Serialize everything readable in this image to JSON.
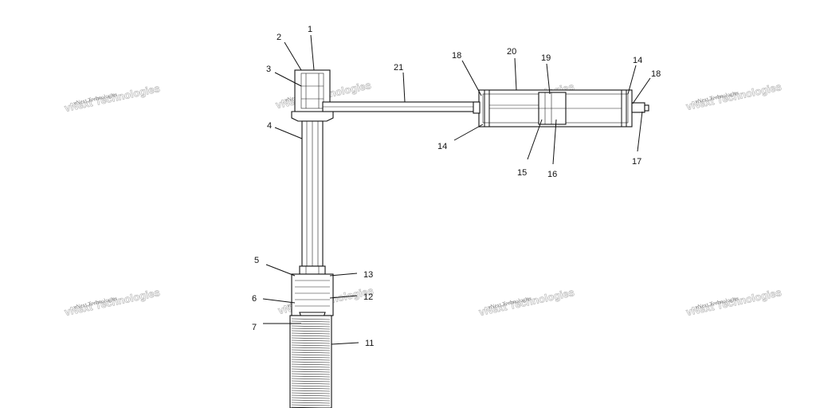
{
  "watermark": "vNext Technologies",
  "callouts": [
    {
      "id": "c1",
      "text": "1"
    },
    {
      "id": "c2",
      "text": "2"
    },
    {
      "id": "c3",
      "text": "3"
    },
    {
      "id": "c4",
      "text": "4"
    },
    {
      "id": "c5",
      "text": "5"
    },
    {
      "id": "c6",
      "text": "6"
    },
    {
      "id": "c7",
      "text": "7"
    },
    {
      "id": "c11",
      "text": "11"
    },
    {
      "id": "c12",
      "text": "12"
    },
    {
      "id": "c13",
      "text": "13"
    },
    {
      "id": "c14a",
      "text": "14"
    },
    {
      "id": "c14b",
      "text": "14"
    },
    {
      "id": "c15",
      "text": "15"
    },
    {
      "id": "c16",
      "text": "16"
    },
    {
      "id": "c17",
      "text": "17"
    },
    {
      "id": "c18a",
      "text": "18"
    },
    {
      "id": "c18b",
      "text": "18"
    },
    {
      "id": "c19",
      "text": "19"
    },
    {
      "id": "c20",
      "text": "20"
    },
    {
      "id": "c21",
      "text": "21"
    }
  ]
}
